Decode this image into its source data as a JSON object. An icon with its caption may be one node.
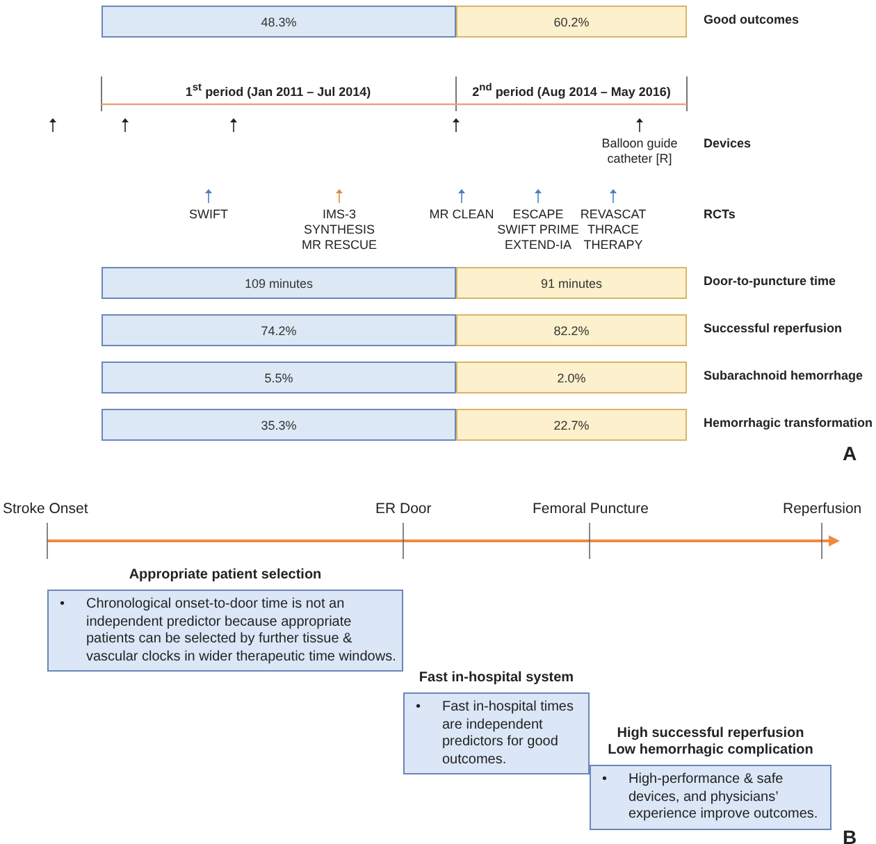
{
  "diagram": {
    "nodes": [
      {
        "text": [
          "48.3%"
        ]
      },
      {
        "text": [
          "60.2%"
        ],
        "beside": [
          "Good outcomes"
        ]
      },
      {
        "text": [
          "109 minutes"
        ]
      },
      {
        "text": [
          "91 minutes"
        ],
        "beside": [
          "Door-to-puncture time"
        ]
      },
      {
        "text": [
          "74.2%"
        ]
      },
      {
        "text": [
          "82.2%"
        ],
        "beside": [
          "Successful reperfusion"
        ]
      },
      {
        "text": [
          "5.5%"
        ]
      },
      {
        "text": [
          "2.0%"
        ],
        "beside": [
          "Subarachnoid hemorrhage"
        ]
      },
      {
        "text": [
          "35.3%"
        ]
      },
      {
        "text": [
          "22.7%"
        ],
        "beside": [
          "Hemorrhagic transformation"
        ]
      },
      {
        "text": [
          "Appropriate patient selection",
          "•",
          "Chronological onset-to-door time is not an independent predictor because appropriate patients can be selected by further tissue & vascular clocks in wider therapeutic time windows."
        ]
      },
      {
        "text": [
          "Fast in-hospital system",
          "•",
          "Fast in-hospital times are independent predictors for good outcomes."
        ]
      },
      {
        "text": [
          "High successful reperfusion",
          "Low hemorrhagic complication",
          "•",
          "High-performance & safe devices, and physicians’ experience improve outcomes."
        ]
      }
    ],
    "labels": [
      "1$^{st}$ period (Jan 2011 – Jul 2014)",
      "2$^{nd}$ period (Aug 2014 – May 2016)",
      "Balloon guide catheter [R]",
      "Devices",
      "SWIFT",
      "IMS-3",
      "SYNTHESIS",
      "MR RESCUE",
      "MR CLEAN",
      "ESCAPE",
      "SWIFT PRIME",
      "EXTEND-IA",
      "REVASCAT",
      "THRACE",
      "THERAPY",
      "RCTs",
      "A",
      "Stroke Onset",
      "ER Door",
      "Femoral Puncture",
      "Reperfusion",
      "B"
    ]
  }
}
